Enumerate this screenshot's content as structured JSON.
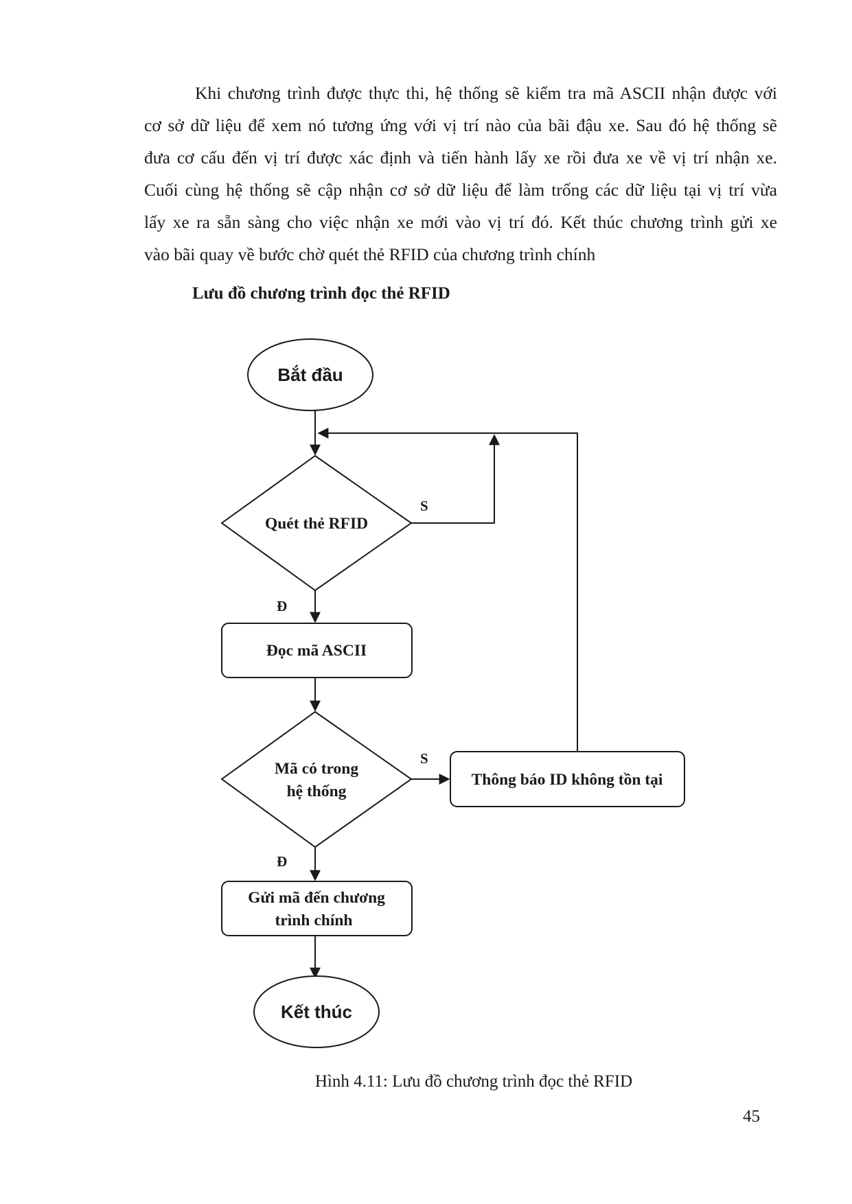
{
  "body_paragraph": {
    "lines": [
      "Khi chương trình được thực thi, hệ thống sẽ kiểm tra mã ASCII nhận được với",
      "cơ sở dữ liệu để xem nó tương ứng với vị trí nào của bãi đậu xe. Sau đó hệ thống sẽ",
      "đưa cơ cấu đến vị trí được xác định và tiến hành lấy xe rồi đưa xe về vị trí nhận xe.",
      "Cuối cùng hệ thống sẽ cập nhận cơ sở dữ liệu để làm trống các dữ liệu tại vị trí vừa",
      "lấy xe ra sẵn sàng cho việc nhận xe mới vào vị trí đó. Kết thúc chương trình gửi xe",
      "vào bãi quay về bước chờ quét thẻ RFID của chương trình chính"
    ]
  },
  "section_heading": "Lưu đồ chương trình đọc thẻ RFID",
  "flowchart": {
    "start": "Bắt đầu",
    "scan_decision": "Quét thẻ RFID",
    "read_ascii": "Đọc mã ASCII",
    "check_decision_line1": "Mã có trong",
    "check_decision_line2": "hệ thống",
    "not_found_notice": "Thông báo ID không tồn tại",
    "send_line1": "Gửi mã đến chương",
    "send_line2": "trình chính",
    "end": "Kết thúc",
    "no_label": "S",
    "yes_label": "Đ"
  },
  "caption": "Hình 4.11: Lưu đồ chương trình đọc thẻ RFID",
  "page_number": "45"
}
